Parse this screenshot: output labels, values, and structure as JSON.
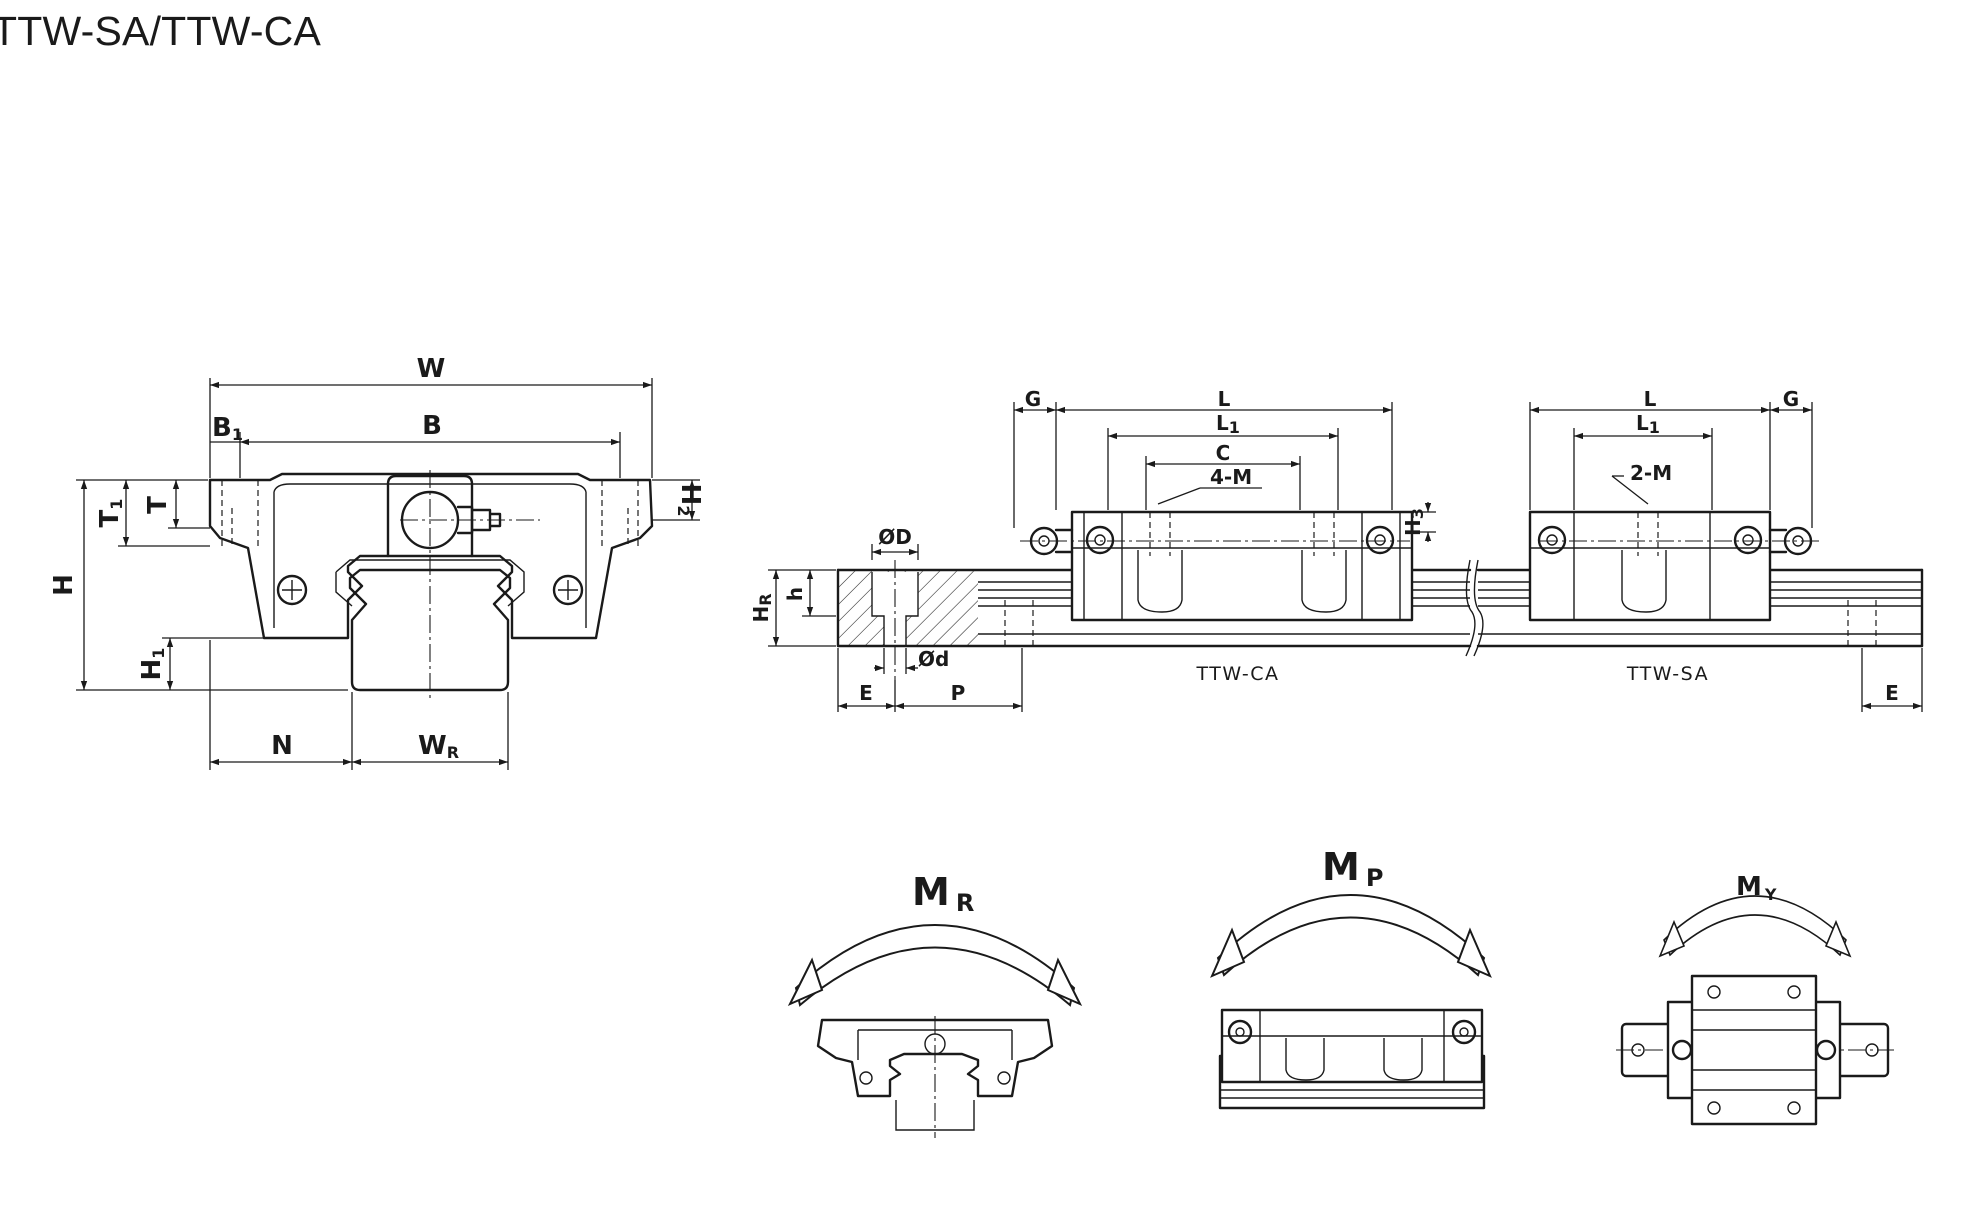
{
  "title": "TTW-SA/TTW-CA",
  "section_view": {
    "labels": {
      "W": "W",
      "B": "B",
      "B1": "B",
      "B1_sub": "1",
      "T1": "T",
      "T1_sub": "1",
      "T": "T",
      "H": "H",
      "H1": "H",
      "H1_sub": "1",
      "H2": "H",
      "H2_sub": "2",
      "N": "N",
      "WR": "W",
      "WR_sub": "R"
    }
  },
  "side_view": {
    "labels": {
      "G_left": "G",
      "L_left": "L",
      "L1_left": "L",
      "L1_left_sub": "1",
      "C": "C",
      "M4": "4-M",
      "H3": "H",
      "H3_sub": "3",
      "L_right": "L",
      "L1_right": "L",
      "L1_right_sub": "1",
      "G_right": "G",
      "M2": "2-M",
      "OD": "ØD",
      "Od": "Ød",
      "h": "h",
      "HR": "H",
      "HR_sub": "R",
      "E_left": "E",
      "P": "P",
      "E_right": "E",
      "caption_ca": "TTW-CA",
      "caption_sa": "TTW-SA"
    }
  },
  "moments": {
    "MR": "M",
    "MR_sub": "R",
    "MP": "M",
    "MP_sub": "P",
    "MY": "M",
    "MY_sub": "Y"
  }
}
